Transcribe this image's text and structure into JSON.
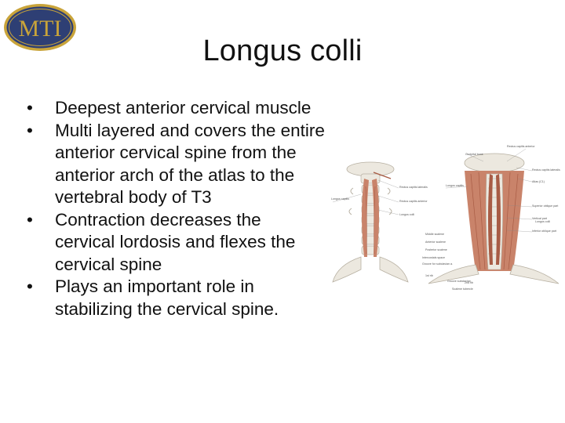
{
  "logo": {
    "text": "MTI",
    "colors": {
      "ring": "#c9a43a",
      "fill": "#2e3f74",
      "text": "#c9a43a"
    }
  },
  "slide": {
    "title": "Longus colli",
    "bullets": [
      "Deepest anterior cervical muscle",
      "Multi layered and covers the entire anterior cervical spine from the anterior arch of the atlas to the vertebral body of T3",
      "Contraction decreases the cervical lordosis and flexes the cervical spine",
      "Plays an important role in stabilizing the cervical spine."
    ],
    "bullet_glyph": "•"
  },
  "figure": {
    "left_labels": [
      "Longus capitis",
      "Rectus capitis lateralis",
      "Rectus capitis anterior",
      "Longus colli"
    ],
    "right_labels": [
      "Occipital bone",
      "Rectus capitis anterior",
      "Rectus capitis lateralis",
      "Atlas (C1)",
      "Longus capitis",
      "Superior oblique part",
      "Vertical part",
      "Longus colli",
      "Inferior oblique part",
      "Middle scalene",
      "Anterior scalene",
      "Posterior scalene",
      "Intercostals space",
      "Groove for subclavian a.",
      "1st rib",
      "Groove subclavian",
      "2nd rib",
      "Scalene tubercle"
    ],
    "colors": {
      "muscle": "#c9836a",
      "muscle_dark": "#a85c45",
      "bone": "#ece8df",
      "bone_outline": "#b7b0a2",
      "label": "#555555"
    }
  }
}
